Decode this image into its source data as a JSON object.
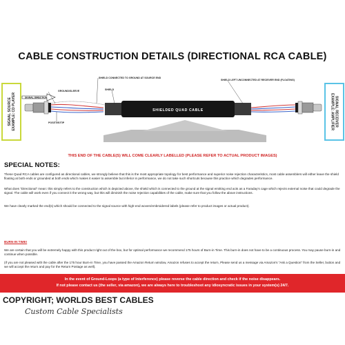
{
  "title": "CABLE CONSTRUCTION DETAILS (DIRECTIONAL RCA CABLE)",
  "left_box": "SIGNAL SOURCE\nEXAMPLE: CD PLAYER",
  "right_box": "SIGNAL RECEIVER\nEXAMPLE: AMPLIFIER",
  "diagram": {
    "signal_direction": "SIGNAL DIRECTION",
    "ground_sleeve": "GROUND/SLEEVE",
    "shield_connected": "SHIELD CONNECTED TO GROUND AT SOURCE END",
    "shield": "SHIELD",
    "shield_left": "SHIELD LEFT UNCONNECTED AT RECEIVER END (FLOATING)",
    "positive_tip": "POSITIVE/TIP",
    "cable_label": "SHIELDED QUAD CABLE"
  },
  "note_red": "THIS END OF THE CABLE(S) WILL COME CLEARLY LABELLED (PLEASE REFER TO ACTUAL PRODUCT IMAGES)",
  "special_notes_heading": "SPECIAL NOTES:",
  "paragraphs": [
    "These Quad RCA cables are configured as directional cables, we strongly believe that this is the most appropriate topology for best performance and superior noise rejection characteristics, most cable assemblers will either leave the shield floating at both ends or grounded at both ends which makes it easier to assemble but inferior in performance, we do not take such shortcuts because this practice which degrades performance.",
    "What does “Directional” mean: this simply refers to the construction which is depicted above, the shield which is connected to the ground at the signal emitting end acts as a Faraday’s cage which rejects external noise that could degrade the signal. The cable will work even if you connect it the wrong way, but this will diminish the noise rejection capabilities of the cable, make sure that you follow the above instructions.",
    "We have clearly marked the end(s) which should be connected to the signal source with high-end woven/embroidered labels (please refer to product images or actual product)."
  ],
  "burn_in_heading": "BURN-IN TIME!",
  "burn_paragraphs": [
    "We are certain that you will be extremely happy with this product right out of the box, but for optimal performance we recommend 175 hours of Burn-in Time. This burn-in does not have to be a continuous process. You may pause burn-in and continue when possible.",
    "(If you are not pleased with the cable after the 175 hour Burn-in Time, you have passed the Amazon Return window, Amazon refuses to accept the return, Please send us a message via Amazon’s “Ask a Question” from the Seller, button and we will accept the return and pay for the Return Postage as well)."
  ],
  "red_band": [
    "In the event of Ground-Loops (a type of Interference) please reverse the cable direction and check if the noise disappears.",
    "If not please contact us (the seller, via amazon), we are always here to troubleshoot any idiosyncratic issues in your system(s) 24/7."
  ],
  "copyright": "COPYRIGHT; WORLDS BEST CABLES",
  "tagline": "Custom Cable Specialists",
  "colors": {
    "left_box_border": "#c9d83a",
    "right_box_border": "#59c3e6",
    "red": "#e0262a",
    "wire_red": "#d23a3a",
    "wire_blue": "#3a63c9",
    "cable_black": "#151515"
  }
}
